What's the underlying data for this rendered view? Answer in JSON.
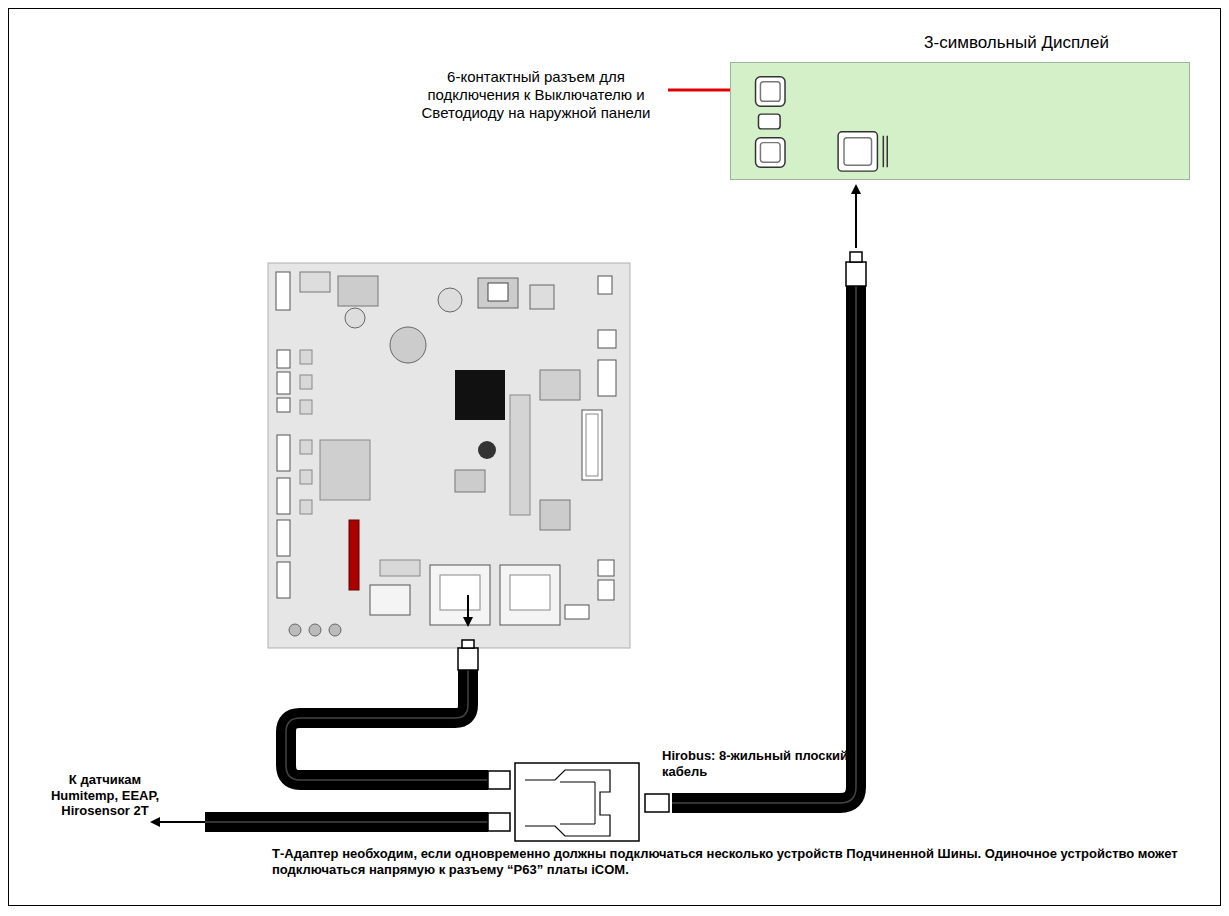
{
  "diagram": {
    "nodes": [
      {
        "text": [
          "3-символьный Дисплей"
        ]
      }
    ],
    "labels": [
      "6-контактный разъем для подключения к Выключателю и Светодиоду на наружной панели",
      "К датчикам Humitemp, EEAP, Hirosensor 2T",
      "Hirobus: 8-жильный плоский кабель",
      "Т-Адаптер необходим, если одновременно должны подключаться несколько устройств Подчиненной Шины. Одиночное устройство может подключаться напрямую к разъему “P63” платы iCOM."
    ]
  }
}
